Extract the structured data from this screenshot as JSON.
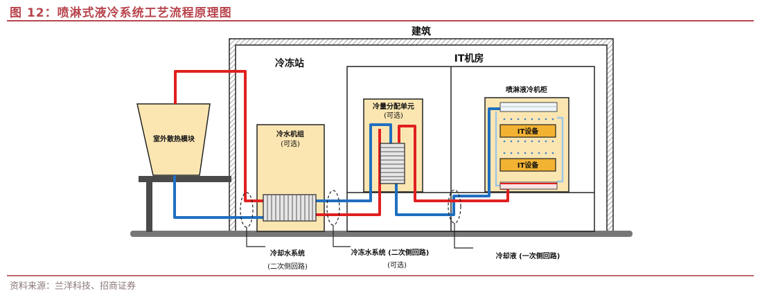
{
  "figure": {
    "title": "图 12：喷淋式液冷系统工艺流程原理图",
    "source": "资料来源：兰洋科技、招商证券"
  },
  "labels": {
    "building": "建筑",
    "cooling_station": "冷冻站",
    "it_room": "IT机房",
    "outdoor_unit": "室外散热模块",
    "chiller": "冷水机组",
    "chiller_optional": "(可选)",
    "cdu": "冷量分配单元",
    "cdu_optional": "(可选)",
    "spray_cabinet": "喷淋液冷机柜",
    "it_device_1": "IT设备",
    "it_device_2": "IT设备",
    "cooling_water_system": "冷却水系统",
    "cooling_water_loop": "(二次侧回路)",
    "chilled_water_system": "冷冻水系统 (二次侧回路)",
    "chilled_water_optional": "(可选)",
    "coolant_loop": "冷却液 (一次侧回路)"
  },
  "colors": {
    "hot_pipe": "#e02020",
    "cold_pipe": "#1f6fc0",
    "light_pipe": "#9ec6e6",
    "panel_fill": "#fbe6b2",
    "title_red": "#b8454d"
  }
}
